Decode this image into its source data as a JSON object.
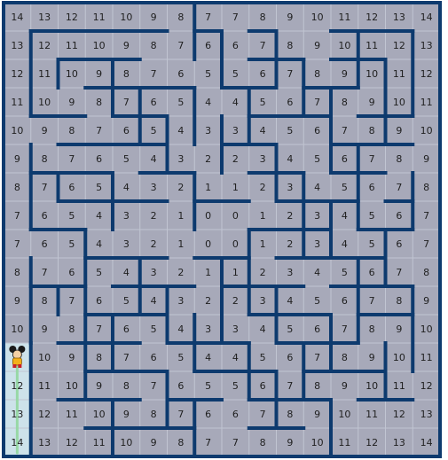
{
  "maze": {
    "rows": 16,
    "cols": 16,
    "numbers": [
      [
        "14",
        "13",
        "12",
        "11",
        "10",
        "9",
        "8",
        "7",
        "7",
        "8",
        "9",
        "10",
        "11",
        "12",
        "13",
        "14"
      ],
      [
        "13",
        "12",
        "11",
        "10",
        "9",
        "8",
        "7",
        "6",
        "6",
        "7",
        "8",
        "9",
        "10",
        "11",
        "12",
        "13"
      ],
      [
        "12",
        "11",
        "10",
        "9",
        "8",
        "7",
        "6",
        "5",
        "5",
        "6",
        "7",
        "8",
        "9",
        "10",
        "11",
        "12"
      ],
      [
        "11",
        "10",
        "9",
        "8",
        "7",
        "6",
        "5",
        "4",
        "4",
        "5",
        "6",
        "7",
        "8",
        "9",
        "10",
        "11"
      ],
      [
        "10",
        "9",
        "8",
        "7",
        "6",
        "5",
        "4",
        "3",
        "3",
        "4",
        "5",
        "6",
        "7",
        "8",
        "9",
        "10"
      ],
      [
        "9",
        "8",
        "7",
        "6",
        "5",
        "4",
        "3",
        "2",
        "2",
        "3",
        "4",
        "5",
        "6",
        "7",
        "8",
        "9"
      ],
      [
        "8",
        "7",
        "6",
        "5",
        "4",
        "3",
        "2",
        "1",
        "1",
        "2",
        "3",
        "4",
        "5",
        "6",
        "7",
        "8"
      ],
      [
        "7",
        "6",
        "5",
        "4",
        "3",
        "2",
        "1",
        "0",
        "0",
        "1",
        "2",
        "3",
        "4",
        "5",
        "6",
        "7"
      ],
      [
        "7",
        "6",
        "5",
        "4",
        "3",
        "2",
        "1",
        "0",
        "0",
        "1",
        "2",
        "3",
        "4",
        "5",
        "6",
        "7"
      ],
      [
        "8",
        "7",
        "6",
        "5",
        "4",
        "3",
        "2",
        "1",
        "1",
        "2",
        "3",
        "4",
        "5",
        "6",
        "7",
        "8"
      ],
      [
        "9",
        "8",
        "7",
        "6",
        "5",
        "4",
        "3",
        "2",
        "2",
        "3",
        "4",
        "5",
        "6",
        "7",
        "8",
        "9"
      ],
      [
        "10",
        "9",
        "8",
        "7",
        "6",
        "5",
        "4",
        "3",
        "3",
        "4",
        "5",
        "6",
        "7",
        "8",
        "9",
        "10"
      ],
      [
        "",
        "10",
        "9",
        "8",
        "7",
        "6",
        "5",
        "4",
        "4",
        "5",
        "6",
        "7",
        "8",
        "9",
        "10",
        "11"
      ],
      [
        "12",
        "11",
        "10",
        "9",
        "8",
        "7",
        "6",
        "5",
        "5",
        "6",
        "7",
        "8",
        "9",
        "10",
        "11",
        "12"
      ],
      [
        "13",
        "12",
        "11",
        "10",
        "9",
        "8",
        "7",
        "6",
        "6",
        "7",
        "8",
        "9",
        "10",
        "11",
        "12",
        "13"
      ],
      [
        "14",
        "13",
        "12",
        "11",
        "10",
        "9",
        "8",
        "7",
        "7",
        "8",
        "9",
        "10",
        "11",
        "12",
        "13",
        "14"
      ]
    ],
    "mouse": {
      "row": 12,
      "col": 0,
      "icon": "mouse-icon"
    },
    "trail": [
      {
        "row": 13,
        "col": 0
      },
      {
        "row": 14,
        "col": 0
      },
      {
        "row": 15,
        "col": 0
      }
    ],
    "colors": {
      "cell": "#a7a9b9",
      "grid": "#c1c5d2",
      "wall": "#0d3a6e",
      "visited": "#cde2ea",
      "trail_line": "#98d8a6",
      "mouse_body": "#f3b01c"
    }
  }
}
